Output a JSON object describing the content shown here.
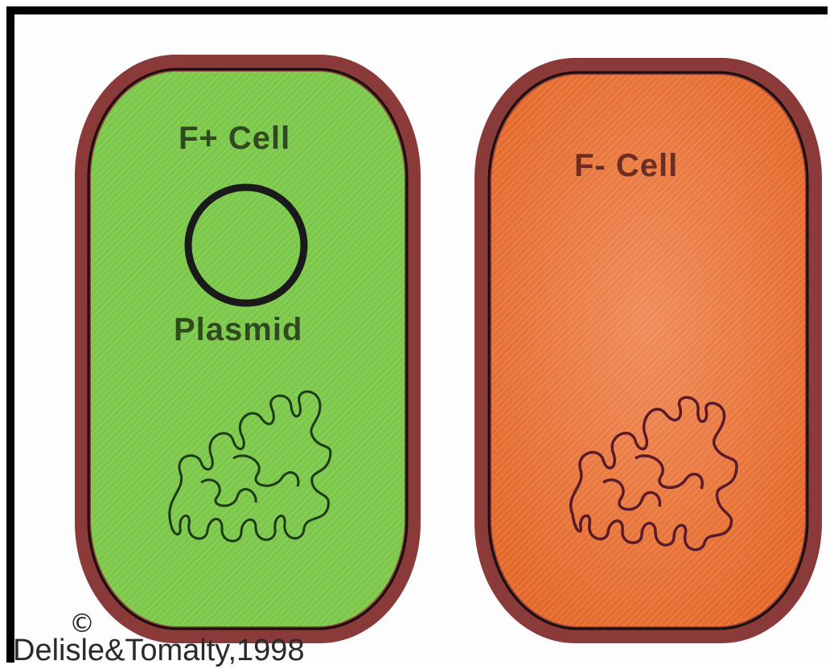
{
  "cells": [
    {
      "label": "F+ Cell",
      "fill_color": "#7cc84a",
      "wall_color": "#8a3a38",
      "has_plasmid": true,
      "plasmid_label": "Plasmid",
      "chromosome_color": "#1e3a18"
    },
    {
      "label": "F- Cell",
      "fill_color": "#e87840",
      "wall_color": "#8a3a38",
      "has_plasmid": false,
      "chromosome_color": "#5a1a2a"
    }
  ],
  "copyright_symbol": "©",
  "credit": "Delisle&Tomalty,1998"
}
